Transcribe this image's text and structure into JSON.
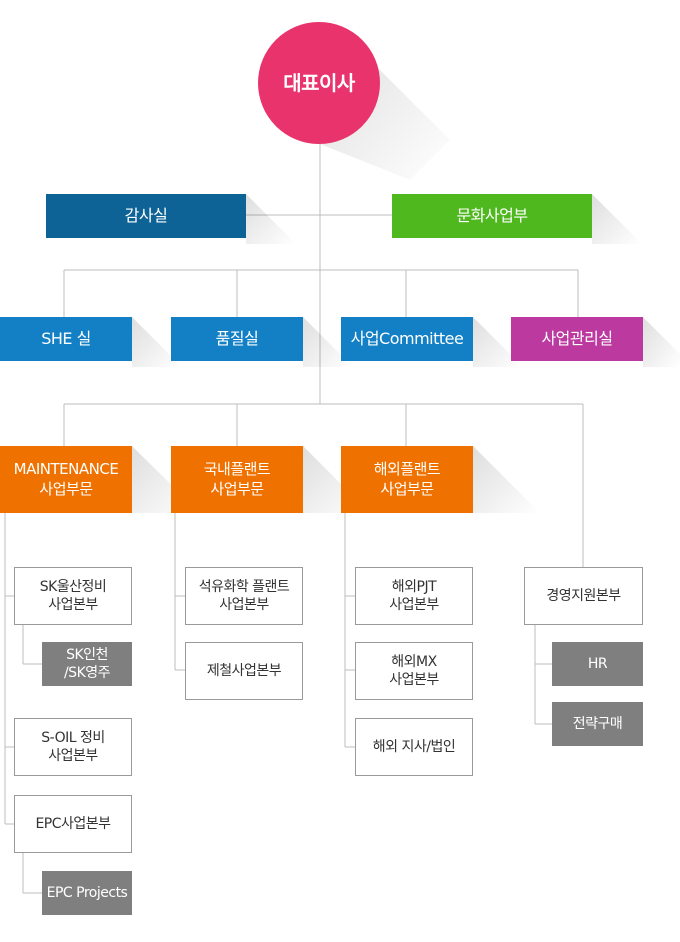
{
  "ceo": "대표이사",
  "audit": "감사실",
  "culture": "문화사업부",
  "she": "SHE 실",
  "quality": "품질실",
  "committee": "사업Committee",
  "biz_mgmt": "사업관리실",
  "maint": [
    "MAINTENANCE",
    "사업부문"
  ],
  "domestic": [
    "국내플랜트",
    "사업부문"
  ],
  "overseas": [
    "해외플랜트",
    "사업부문"
  ],
  "sk_ulsan": [
    "SK울산정비",
    "사업본부"
  ],
  "sk_incheon": [
    "SK인천",
    "/SK영주"
  ],
  "soil": [
    "S-OIL 정비",
    "사업본부"
  ],
  "epc": "EPC사업본부",
  "epc_projects": "EPC Projects",
  "petro": [
    "석유화학 플랜트",
    "사업본부"
  ],
  "steel": "제철사업본부",
  "ov_pjt": [
    "해외PJT",
    "사업본부"
  ],
  "ov_mx": [
    "해외MX",
    "사업본부"
  ],
  "ov_branch": "해외 지사/법인",
  "mgmt_support": "경영지원본부",
  "hr": "HR",
  "purchasing": "전략구매"
}
